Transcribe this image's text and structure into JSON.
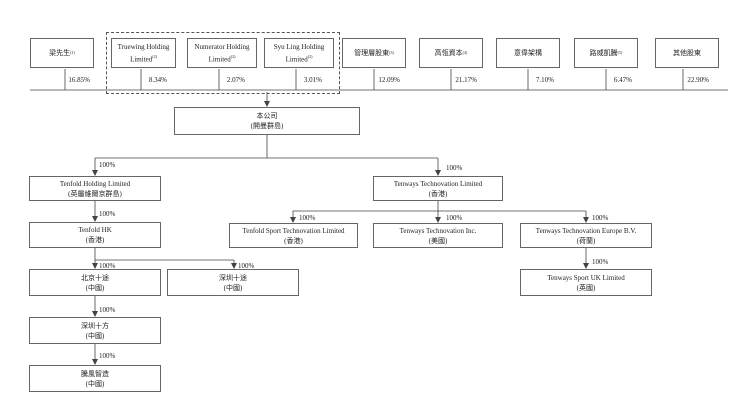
{
  "shareholders": [
    {
      "name": "梁先生",
      "note": "(1)",
      "pct": "16.85%"
    },
    {
      "name": "Truewing Holding Limited",
      "note": "(2)",
      "pct": "8.34%"
    },
    {
      "name": "Numerator Holding Limited",
      "note": "(2)",
      "pct": "2.07%"
    },
    {
      "name": "Syu Ling Holding Limited",
      "note": "(2)",
      "pct": "3.01%"
    },
    {
      "name": "管理層股東",
      "note": "(3)",
      "pct": "12.09%"
    },
    {
      "name": "高瓴資本",
      "note": "(4)",
      "pct": "21.17%"
    },
    {
      "name": "意偉架構",
      "note": "",
      "pct": "7.10%"
    },
    {
      "name": "路威凱騰",
      "note": "(5)",
      "pct": "6.47%"
    },
    {
      "name": "其他股東",
      "note": "",
      "pct": "22.90%"
    }
  ],
  "company": {
    "name": "本公司",
    "jurisdiction": "(開曼群島)"
  },
  "entities": {
    "tenfold_holding": {
      "name": "Tenfold Holding Limited",
      "jurisdiction": "(英屬維爾京群島)",
      "pct": "100%"
    },
    "tenways_tech": {
      "name": "Tenways Technovation Limited",
      "jurisdiction": "(香港)",
      "pct": "100%"
    },
    "tenfold_hk": {
      "name": "Tenfold HK",
      "jurisdiction": "(香港)",
      "pct": "100%"
    },
    "tenfold_sport": {
      "name": "Tenfold Sport Technovation Limited",
      "jurisdiction": "(香港)",
      "pct": "100%"
    },
    "tenways_inc": {
      "name": "Tenways Technovation Inc.",
      "jurisdiction": "(美國)",
      "pct": "100%"
    },
    "tenways_europe": {
      "name": "Tenways Technovation Europe B.V.",
      "jurisdiction": "(荷蘭)",
      "pct": "100%"
    },
    "beijing": {
      "name": "北京十途",
      "jurisdiction": "(中國)",
      "pct": "100%"
    },
    "shenzhen_tu": {
      "name": "深圳十途",
      "jurisdiction": "(中國)",
      "pct": "100%"
    },
    "tenways_uk": {
      "name": "Tenways Sport UK Limited",
      "jurisdiction": "(英國)",
      "pct": "100%"
    },
    "shenzhen_fang": {
      "name": "深圳十方",
      "jurisdiction": "(中國)",
      "pct": "100%"
    },
    "tengfeng": {
      "name": "騰風智造",
      "jurisdiction": "(中國)",
      "pct": "100%"
    }
  }
}
